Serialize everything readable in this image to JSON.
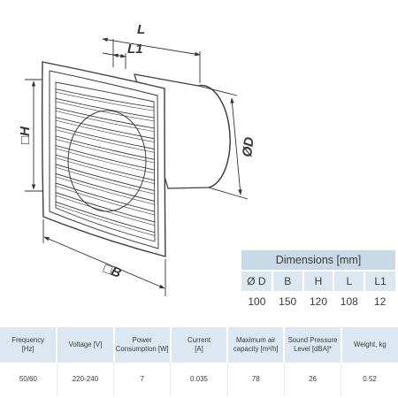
{
  "drawing": {
    "dim_labels": {
      "L": "L",
      "L1": "L1",
      "H": "□H",
      "B": "□B",
      "D": "ØD"
    }
  },
  "dimensions_table": {
    "title": "Dimensions [mm]",
    "columns": [
      "Ø D",
      "B",
      "H",
      "L",
      "L1"
    ],
    "values": [
      "100",
      "150",
      "120",
      "108",
      "12"
    ]
  },
  "spec_table": {
    "headers": [
      [
        "Frequency",
        "[Hz]"
      ],
      [
        "Voltage [V]"
      ],
      [
        "Power",
        "Consumption [W]"
      ],
      [
        "Current",
        "[A]"
      ],
      [
        "Maximum air",
        "capacity [m³/h]"
      ],
      [
        "Sound Pressure",
        "Level [dBA]*"
      ],
      [
        "Weight, kg"
      ]
    ],
    "values": [
      "50/60",
      "220-240",
      "7",
      "0.035",
      "78",
      "26",
      "0.52"
    ]
  }
}
